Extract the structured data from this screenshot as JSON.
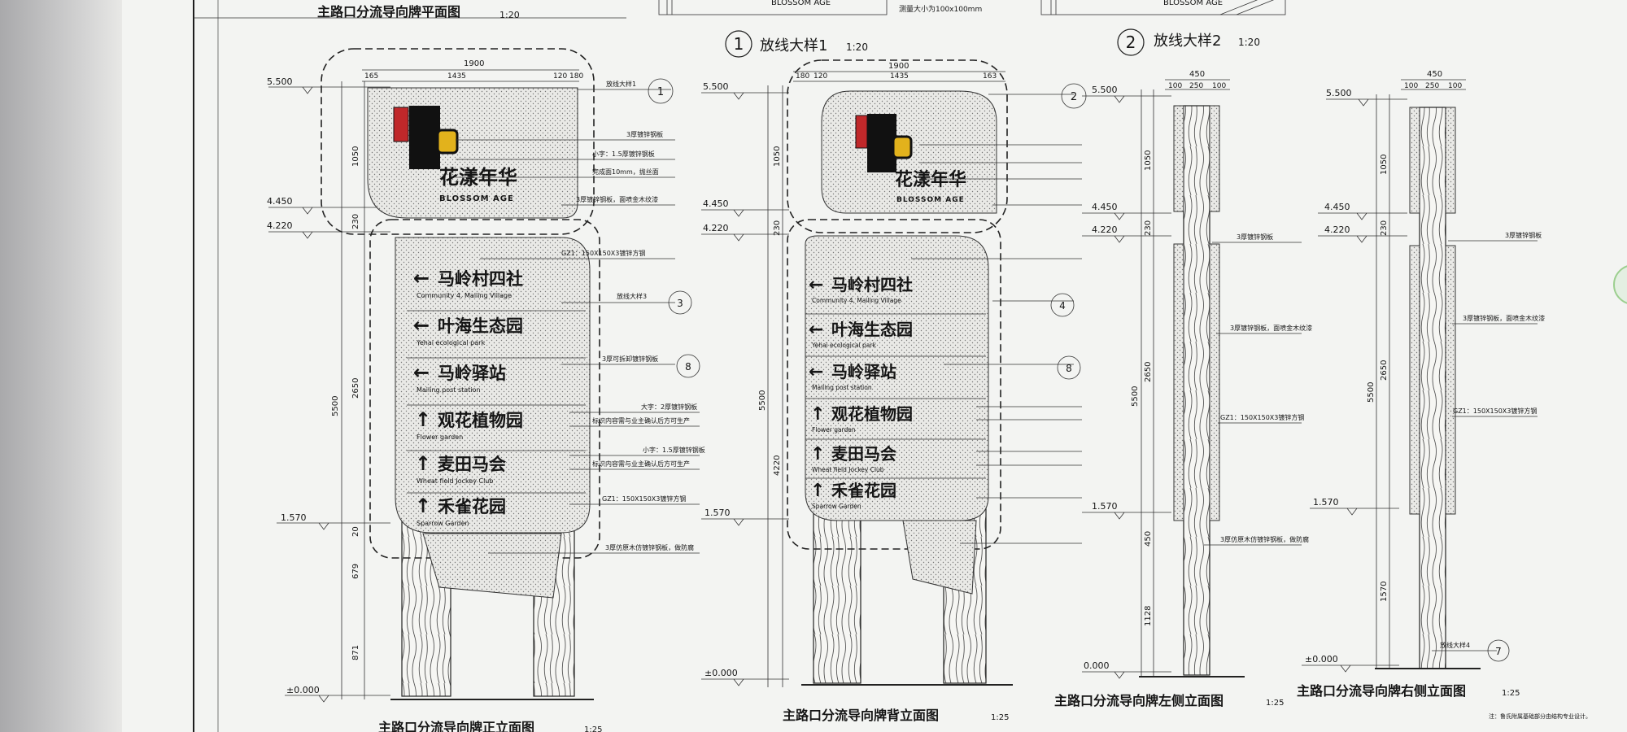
{
  "top_cutoff": {
    "title": "主路口分流导向牌平面图",
    "title_scale": "1:20",
    "cut_label_1": "BLOSSOM AGE",
    "cut_label_2": "BLOSSOM AGE",
    "cut_note": "测量大小为100x100mm"
  },
  "details": [
    {
      "number": "1",
      "title": "放线大样1",
      "scale": "1:20"
    },
    {
      "number": "2",
      "title": "放线大样2",
      "scale": "1:20"
    }
  ],
  "front_elevation": {
    "title": "主路口分流导向牌正立面图",
    "scale": "1:25",
    "levels": [
      "5.500",
      "4.450",
      "4.220",
      "1.570",
      "±0.000"
    ],
    "dims_top": [
      "1900",
      "165",
      "1435",
      "120",
      "180"
    ],
    "dims_left": [
      "1050",
      "230",
      "2650",
      "5500",
      "20",
      "679",
      "871"
    ],
    "callouts": [
      "放线大样1",
      "3厚镀锌钢板",
      "小字：1.5厚镀锌钢板",
      "完成面10mm，抛丝面",
      "3厚镀锌钢板，面喷金木纹漆",
      "GZ1：150X150X3镀锌方钢",
      "放线大样3",
      "3厚可拆卸镀锌钢板",
      "大字：2厚镀锌钢板",
      "标识内容需与业主确认后方可生产",
      "小字：1.5厚镀锌钢板",
      "标识内容需与业主确认后方可生产",
      "GZ1：150X150X3镀锌方钢",
      "3厚仿原木仿镀锌钢板，做防腐"
    ],
    "markers": [
      "1",
      "3",
      "8"
    ]
  },
  "back_elevation": {
    "title": "主路口分流导向牌背立面图",
    "scale": "1:25",
    "levels": [
      "5.500",
      "4.450",
      "4.220",
      "1.570",
      "±0.000"
    ],
    "dims_top": [
      "1900",
      "180",
      "120",
      "1435",
      "163"
    ],
    "dims_left": [
      "1050",
      "230",
      "5500",
      "4220"
    ],
    "markers": [
      "2",
      "4",
      "8"
    ]
  },
  "left_side": {
    "title": "主路口分流导向牌左侧立面图",
    "scale": "1:25",
    "levels": [
      "5.500",
      "4.450",
      "4.220",
      "1.570",
      "0.000"
    ],
    "dims_top": [
      "450",
      "100",
      "250",
      "100"
    ],
    "dims_left": [
      "1050",
      "230",
      "2650",
      "5500",
      "450",
      "1128"
    ],
    "callouts": [
      "3厚镀锌钢板",
      "3厚镀锌钢板，面喷金木纹漆",
      "GZ1：150X150X3镀锌方钢",
      "3厚仿原木仿镀锌钢板，做防腐"
    ]
  },
  "right_side": {
    "title": "主路口分流导向牌右侧立面图",
    "scale": "1:25",
    "levels": [
      "5.500",
      "4.450",
      "4.220",
      "1.570",
      "±0.000"
    ],
    "dims_top": [
      "450",
      "100",
      "250",
      "100"
    ],
    "dims_left": [
      "1050",
      "230",
      "2650",
      "5500",
      "1570"
    ],
    "callouts": [
      "3厚镀锌钢板",
      "3厚镀锌钢板，面喷金木纹漆",
      "GZ1：150X150X3镀锌方钢",
      "放线大样4"
    ],
    "markers": [
      "7"
    ]
  },
  "sign": {
    "brand_cn": "花漾年华",
    "brand_en": "BLOSSOM AGE",
    "destinations": [
      {
        "arrow": "left",
        "cn": "马岭村四社",
        "en": "Community 4, Mailing Village"
      },
      {
        "arrow": "left",
        "cn": "叶海生态园",
        "en": "Yehai ecological park"
      },
      {
        "arrow": "left",
        "cn": "马岭驿站",
        "en": "Mailing post station"
      },
      {
        "arrow": "up",
        "cn": "观花植物园",
        "en": "Flower garden"
      },
      {
        "arrow": "up",
        "cn": "麦田马会",
        "en": "Wheat field Jockey Club"
      },
      {
        "arrow": "up",
        "cn": "禾雀花园",
        "en": "Sparrow Garden"
      }
    ]
  },
  "footnote": "注：鲁氏附属基础部分由结构专业设计。",
  "colors": {
    "ink": "#151515",
    "paper": "#f3f4f2",
    "sign_red": "#c0282a",
    "sign_gold": "#e2b21c"
  }
}
